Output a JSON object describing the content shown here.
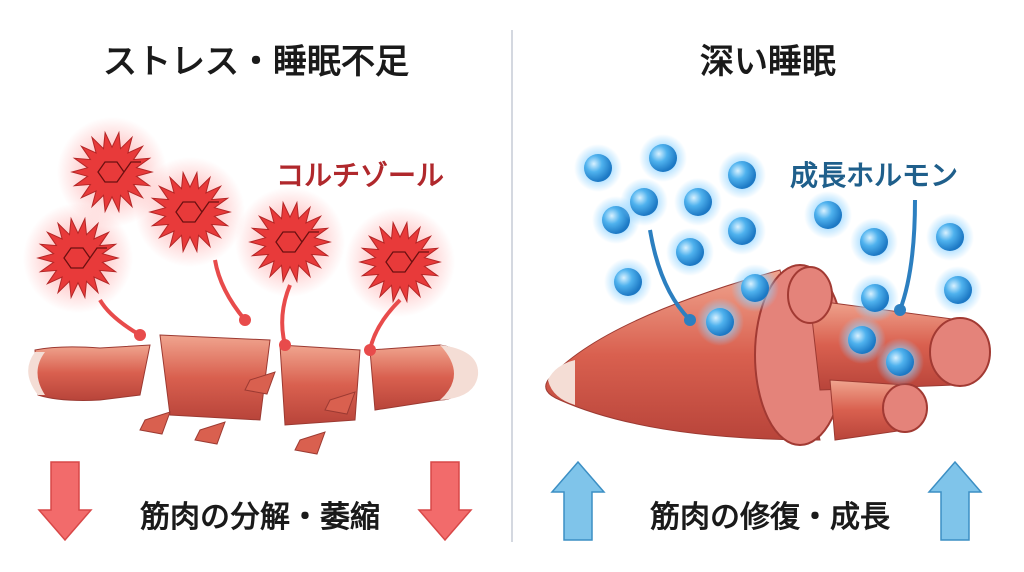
{
  "left": {
    "title": "ストレス・睡眠不足",
    "hormone_label": "コルチゾール",
    "result": "筋肉の分解・萎縮",
    "hormone_color": "#b0282c",
    "arrow_color": "#f26b6b",
    "arrow_direction": "down"
  },
  "right": {
    "title": "深い睡眠",
    "hormone_label": "成長ホルモン",
    "result": "筋肉の修復・成長",
    "hormone_color": "#1f5f8b",
    "arrow_color": "#7fc4ea",
    "arrow_direction": "up"
  }
}
